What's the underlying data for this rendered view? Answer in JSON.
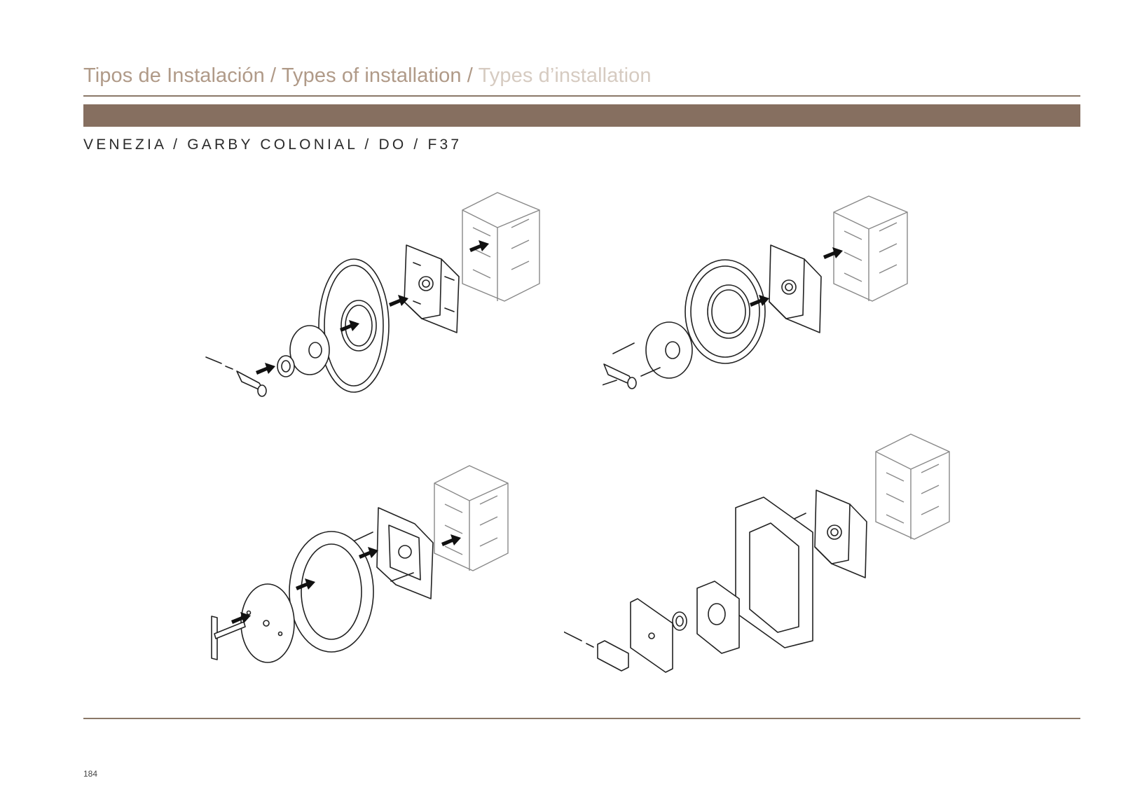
{
  "header": {
    "title_es": "Tipos de Instalación",
    "title_sep1": " / ",
    "title_en": "Types of installation",
    "title_sep2": " / ",
    "title_fr": "Types d’installation"
  },
  "section": {
    "title": "VENEZIA / GARBY COLONIAL / DO / F37"
  },
  "footer": {
    "page_number": "184"
  }
}
